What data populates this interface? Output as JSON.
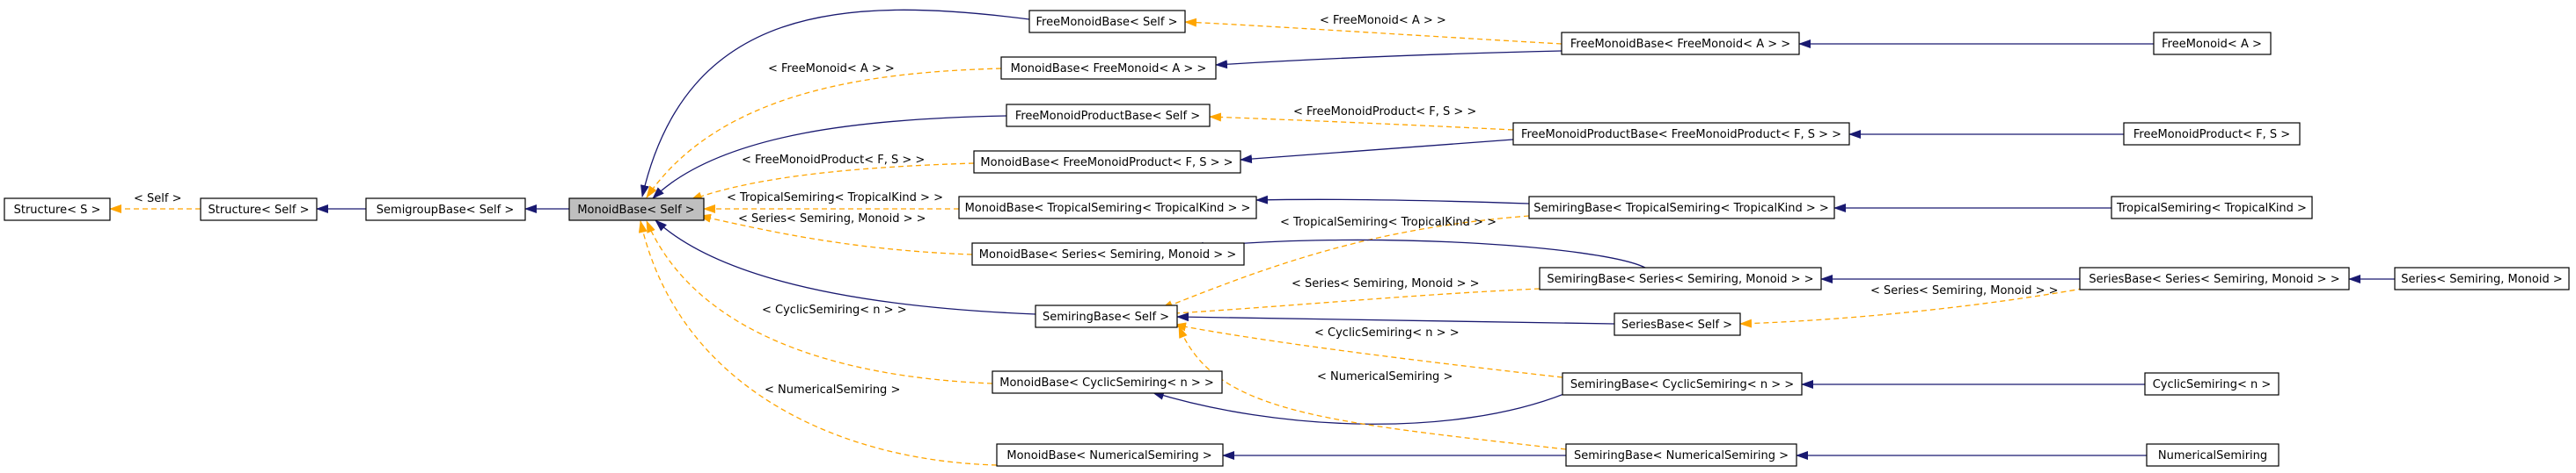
{
  "colors": {
    "inheritance_edge": "#191970",
    "template_edge": "#ffa500",
    "node_border": "#000000",
    "focus_fill": "#bfbfbf",
    "background": "#ffffff"
  },
  "nodes": {
    "structure_s": "Structure< S >",
    "structure_self": "Structure< Self >",
    "semigroupbase_self": "SemigroupBase< Self >",
    "monoidbase_self": "MonoidBase< Self >",
    "freemonoidbase_self": "FreeMonoidBase< Self >",
    "monoidbase_freemonoid": "MonoidBase< FreeMonoid< A > >",
    "freemonoidproductbase_self": "FreeMonoidProductBase< Self >",
    "monoidbase_freemonoidproduct": "MonoidBase< FreeMonoidProduct< F, S > >",
    "monoidbase_tropicalsemiring": "MonoidBase< TropicalSemiring< TropicalKind > >",
    "monoidbase_series": "MonoidBase< Series< Semiring, Monoid > >",
    "semiringbase_self": "SemiringBase< Self >",
    "monoidbase_cyclicsemiring": "MonoidBase< CyclicSemiring< n > >",
    "monoidbase_numericalsemiring": "MonoidBase< NumericalSemiring >",
    "freemonoidbase_freemonoid": "FreeMonoidBase< FreeMonoid< A > >",
    "freemonoidproductbase_freemonoidproduct": "FreeMonoidProductBase< FreeMonoidProduct< F, S > >",
    "semiringbase_tropicalsemiring": "SemiringBase< TropicalSemiring< TropicalKind > >",
    "semiringbase_series": "SemiringBase< Series< Semiring, Monoid > >",
    "seriesbase_self": "SeriesBase< Self >",
    "semiringbase_cyclicsemiring": "SemiringBase< CyclicSemiring< n > >",
    "semiringbase_numericalsemiring": "SemiringBase< NumericalSemiring >",
    "freemonoid": "FreeMonoid< A >",
    "freemonoidproduct": "FreeMonoidProduct< F, S >",
    "tropicalsemiring": "TropicalSemiring< TropicalKind >",
    "seriesbase_series": "SeriesBase< Series< Semiring, Monoid > >",
    "series": "Series< Semiring, Monoid >",
    "cyclicsemiring": "CyclicSemiring< n >",
    "numericalsemiring": "NumericalSemiring"
  },
  "edge_labels": {
    "self": "< Self >",
    "freemonoid_a": "< FreeMonoid< A > >",
    "freemonoid_a_top": "< FreeMonoid< A > >",
    "freemonoidproduct_fs": "< FreeMonoidProduct< F, S > >",
    "freemonoidproduct_fs_top": "< FreeMonoidProduct< F, S > >",
    "tropicalsemiring_kind": "< TropicalSemiring< TropicalKind > >",
    "tropicalsemiring_kind_mid": "< TropicalSemiring< TropicalKind > >",
    "series_semiring_monoid": "< Series< Semiring, Monoid > >",
    "series_semiring_monoid_mid": "< Series< Semiring, Monoid > >",
    "series_semiring_monoid_right": "< Series< Semiring, Monoid > >",
    "cyclicsemiring_n": "< CyclicSemiring< n > >",
    "cyclicsemiring_n_mid": "< CyclicSemiring< n > >",
    "numericalsemiring": "< NumericalSemiring >",
    "numericalsemiring_mid": "< NumericalSemiring >"
  }
}
